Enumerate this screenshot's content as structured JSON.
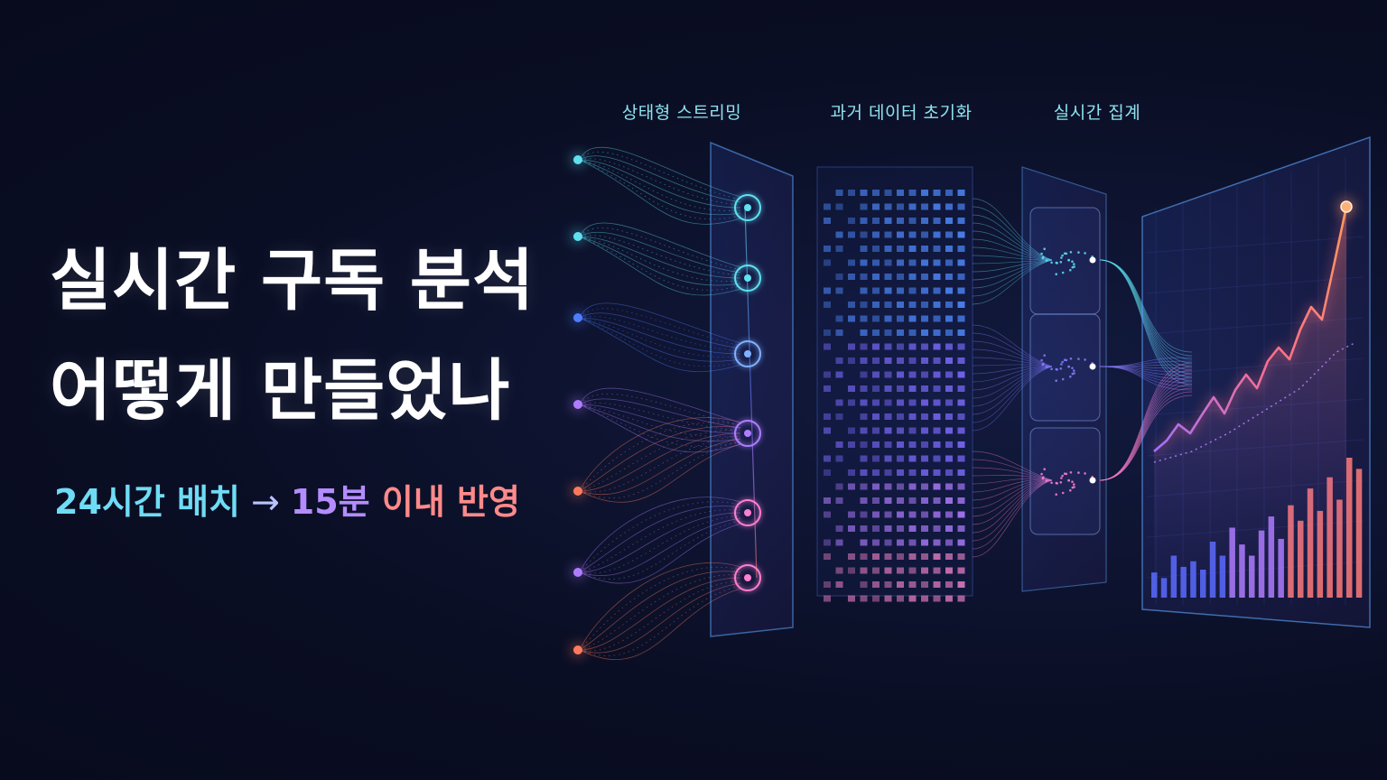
{
  "headline": {
    "line1": "실시간 구독 분석",
    "line2": "어떻게 만들었나"
  },
  "subheadline": {
    "from": "24시간 배치",
    "arrow": "→",
    "to_number": "15분",
    "to_text": "이내 반영"
  },
  "pipeline_stages": [
    {
      "label": "상태형 스트리밍"
    },
    {
      "label": "과거 데이터 초기화"
    },
    {
      "label": "실시간 집계"
    }
  ],
  "colors": {
    "background": "#0a0e24",
    "cyan": "#5fe0f0",
    "blue": "#4f7dff",
    "purple": "#b07cff",
    "pink": "#ff7fd0",
    "orange": "#ff7a5c"
  },
  "icons": [
    "source-node-icon",
    "stream-node-icon",
    "aggregation-cluster-icon",
    "peak-marker-icon"
  ]
}
